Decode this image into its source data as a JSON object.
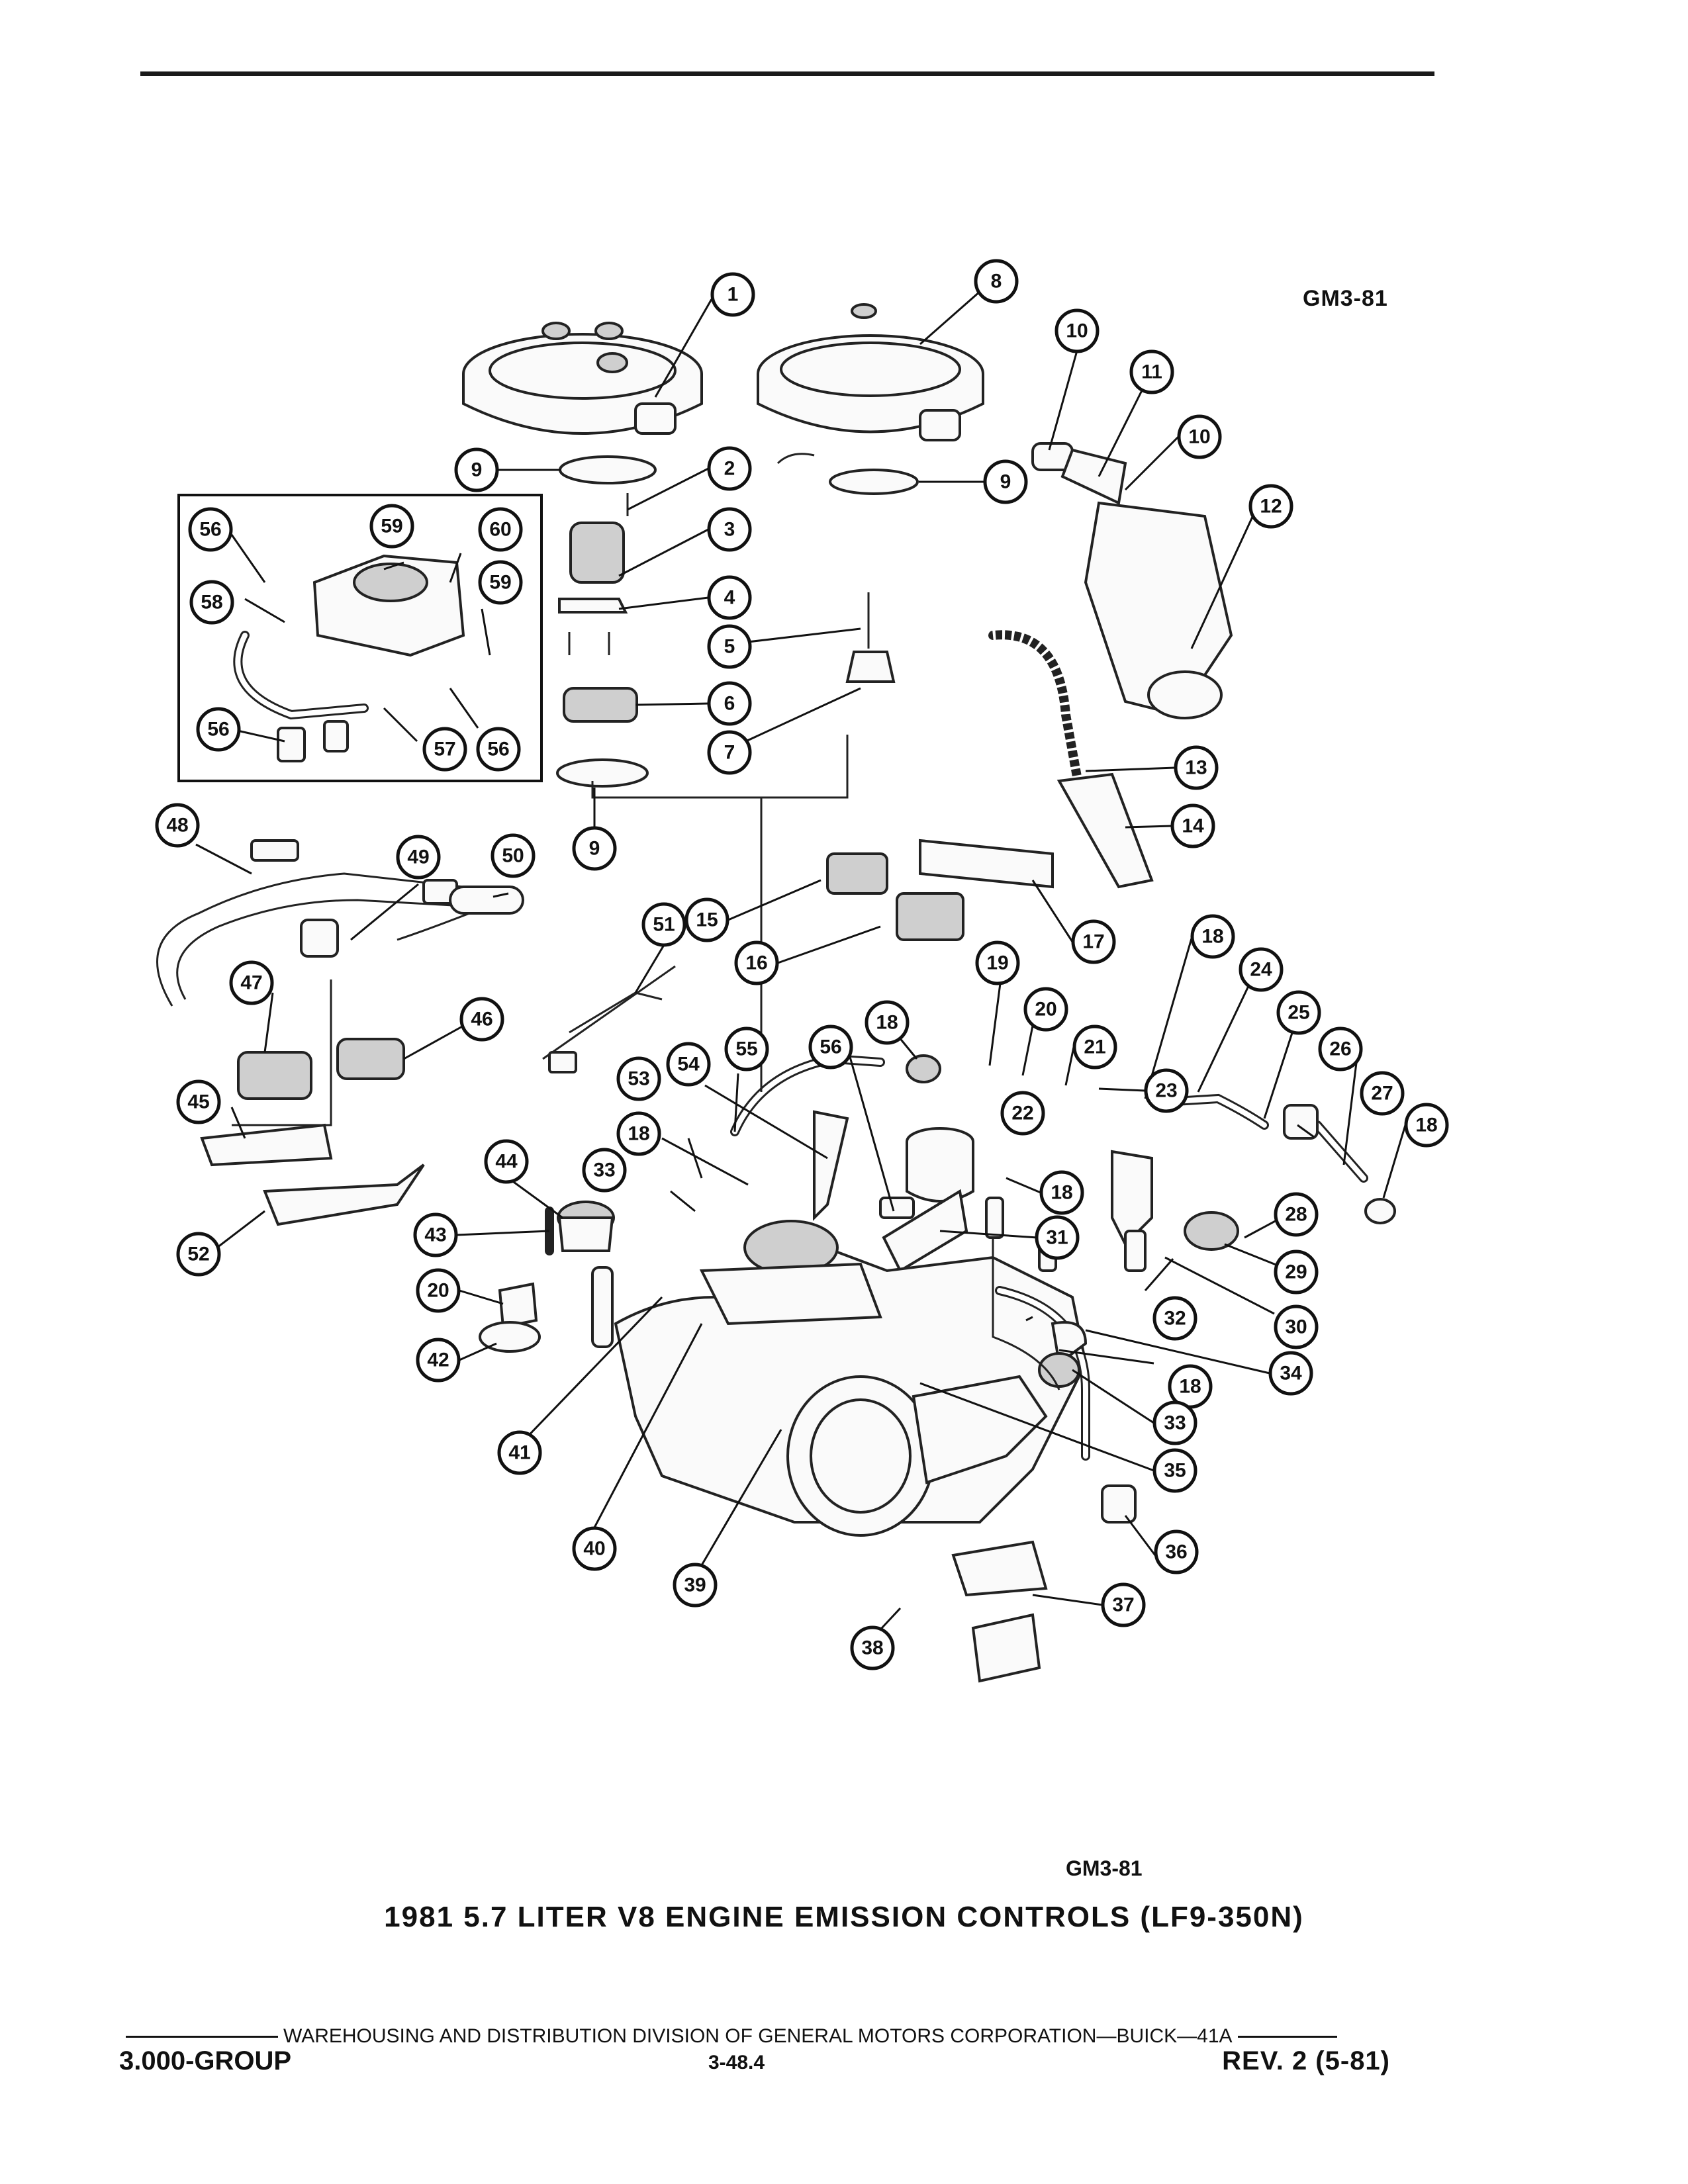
{
  "header": {
    "code_top": "GM3-81"
  },
  "figure": {
    "code_bottom": "GM3-81",
    "title": "1981 5.7 LITER V8 ENGINE EMISSION CONTROLS (LF9-350N)"
  },
  "footer": {
    "division": "WAREHOUSING AND DISTRIBUTION  DIVISION OF GENERAL MOTORS CORPORATION—BUICK—41A",
    "group": "3.000-GROUP",
    "page": "3-48.4",
    "revision": "REV. 2 (5-81)"
  },
  "callouts": [
    "1",
    "2",
    "3",
    "4",
    "5",
    "6",
    "7",
    "8",
    "9",
    "9",
    "9",
    "10",
    "10",
    "11",
    "12",
    "13",
    "14",
    "15",
    "16",
    "17",
    "18",
    "18",
    "18",
    "18",
    "18",
    "18",
    "19",
    "20",
    "20",
    "21",
    "22",
    "23",
    "24",
    "25",
    "26",
    "27",
    "28",
    "29",
    "30",
    "31",
    "32",
    "33",
    "33",
    "34",
    "35",
    "36",
    "37",
    "38",
    "39",
    "40",
    "41",
    "42",
    "43",
    "44",
    "45",
    "46",
    "47",
    "48",
    "49",
    "50",
    "51",
    "52",
    "53",
    "54",
    "55",
    "56",
    "56",
    "56",
    "56",
    "57",
    "58",
    "59",
    "59",
    "60"
  ]
}
